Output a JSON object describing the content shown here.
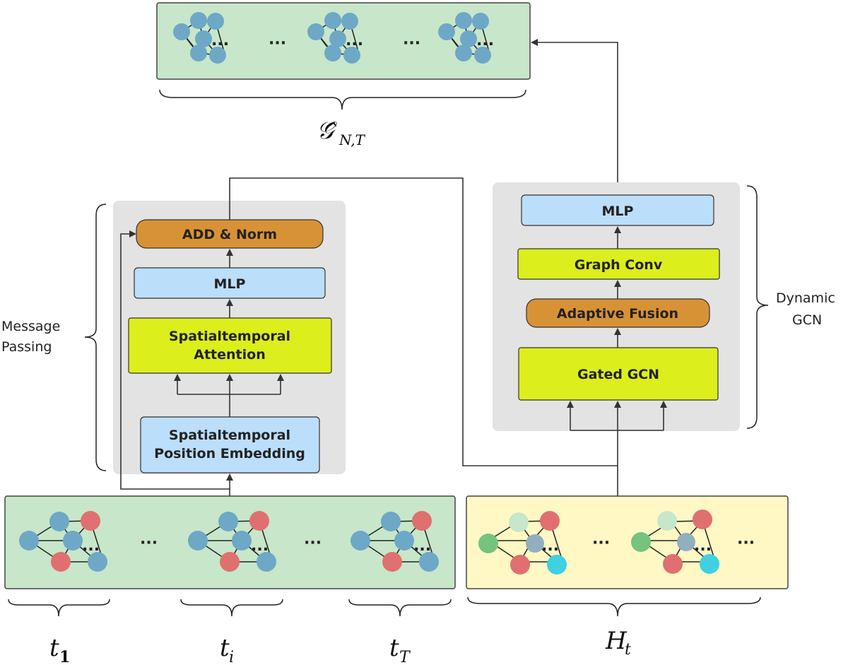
{
  "output_label": "𝒢̂",
  "output_subscript": "N,T",
  "ellipsis": "···",
  "graph_ellipsis": "...",
  "message_passing": {
    "label_line1": "Message",
    "label_line2": "Passing",
    "add_norm": "ADD & Norm",
    "mlp": "MLP",
    "attention_line1": "Spatialtemporal",
    "attention_line2": "Attention",
    "embedding_line1": "Spatialtemporal",
    "embedding_line2": "Position Embedding"
  },
  "dynamic_gcn": {
    "label_line1": "Dynamic",
    "label_line2": "GCN",
    "mlp": "MLP",
    "graph_conv": "Graph Conv",
    "adaptive_fusion": "Adaptive Fusion",
    "gated_gcn": "Gated GCN"
  },
  "time_labels": {
    "t1_base": "t",
    "t1_sub": "1",
    "ti_base": "t",
    "ti_sub": "i",
    "tT_base": "t",
    "tT_sub": "T",
    "Ht_base": "H",
    "Ht_sub": "t"
  },
  "colors": {
    "green_panel": "#c8e6c9",
    "yellow_panel": "#fff8c4",
    "gray_panel": "#e3e3e3",
    "blue_box": "#bbdefb",
    "lime_box": "#dcee1c",
    "orange_box": "#d89236",
    "node_blue": "#6ea8c7",
    "node_red": "#e07070",
    "node_green": "#74c47e",
    "node_lightgreen": "#c8e6c9",
    "node_cyan": "#3fd0e2",
    "node_steel": "#92afbf"
  }
}
